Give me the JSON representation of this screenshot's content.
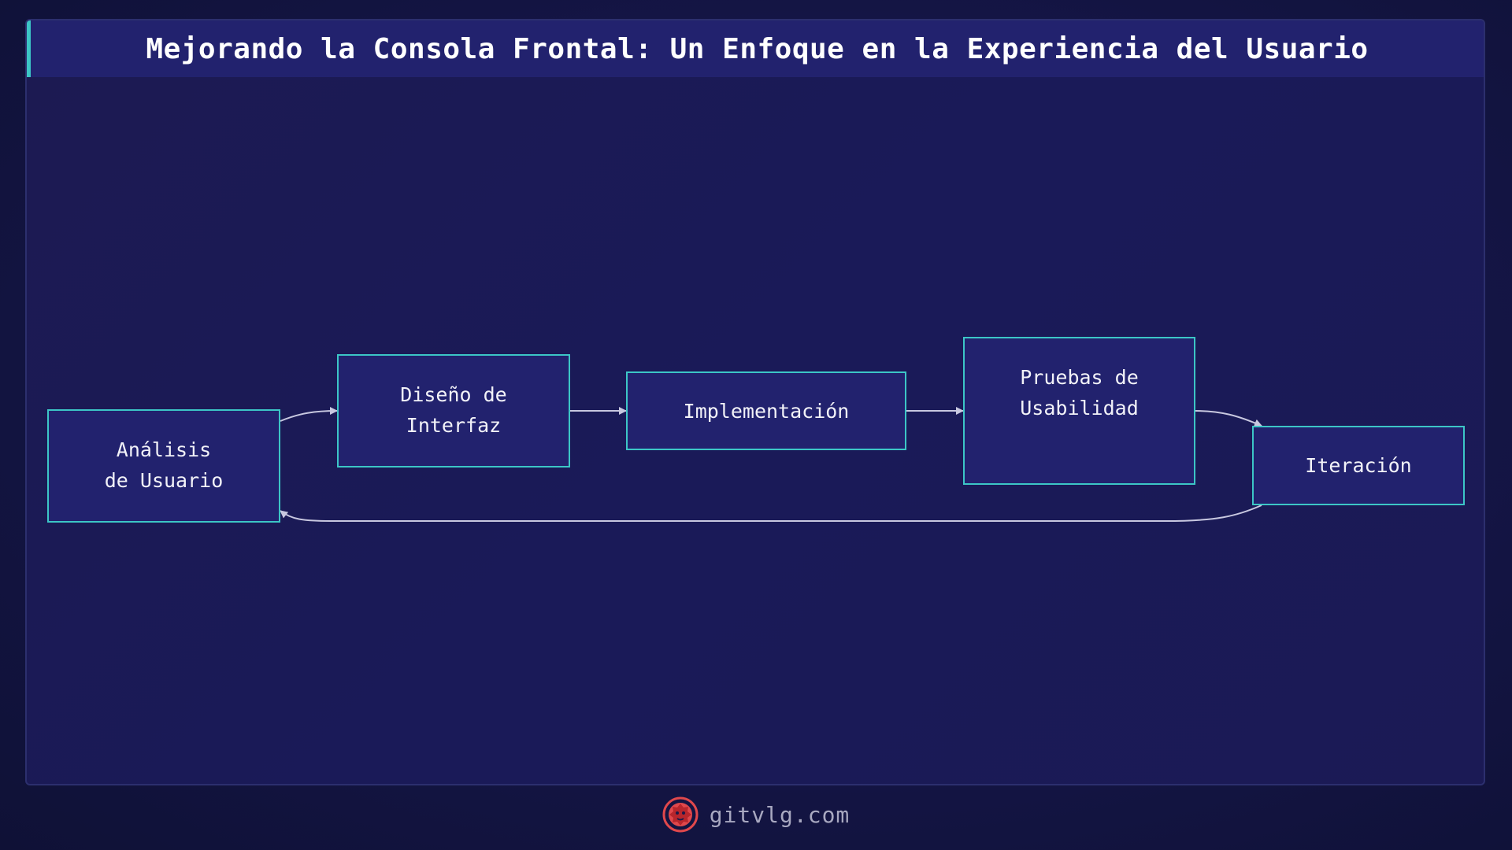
{
  "title": "Mejorando la Consola Frontal: Un Enfoque en la Experiencia del Usuario",
  "nodes": [
    {
      "id": "analisis",
      "label": "Análisis\nde Usuario"
    },
    {
      "id": "diseno",
      "label": "Diseño de\nInterfaz"
    },
    {
      "id": "implementacion",
      "label": "Implementación"
    },
    {
      "id": "pruebas",
      "label": "Pruebas de\nUsabilidad"
    },
    {
      "id": "iteracion",
      "label": "Iteración"
    }
  ],
  "edges": [
    {
      "from": "analisis",
      "to": "diseno"
    },
    {
      "from": "diseno",
      "to": "implementacion"
    },
    {
      "from": "implementacion",
      "to": "pruebas"
    },
    {
      "from": "pruebas",
      "to": "iteracion"
    },
    {
      "from": "iteracion",
      "to": "analisis"
    }
  ],
  "footer": {
    "site": "gitvlg.com",
    "logo_icon": "lion-logo-icon"
  },
  "colors": {
    "node_fill": "#22226e",
    "node_border": "#3cc6c6",
    "edge": "#c8c8e0",
    "title_accent": "#3cc6c6",
    "logo": "#e0484c"
  }
}
